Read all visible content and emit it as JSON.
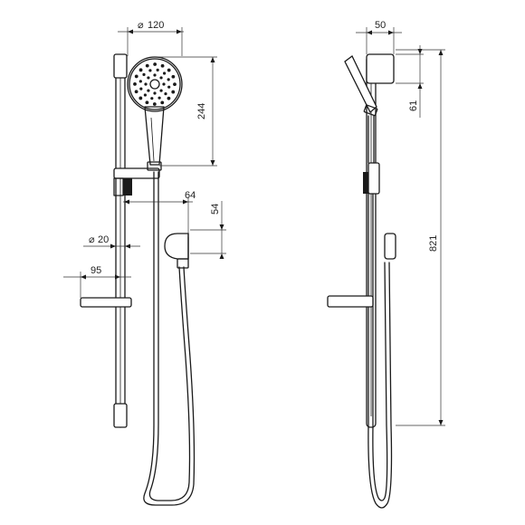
{
  "dimensions": {
    "head_diameter": "120",
    "head_height": "244",
    "arm_projection": "64",
    "elbow_height": "54",
    "rail_diameter": "20",
    "shelf_depth": "95",
    "bracket_depth": "50",
    "bracket_height": "61",
    "rail_length": "821",
    "diameter_symbol": "⌀"
  }
}
